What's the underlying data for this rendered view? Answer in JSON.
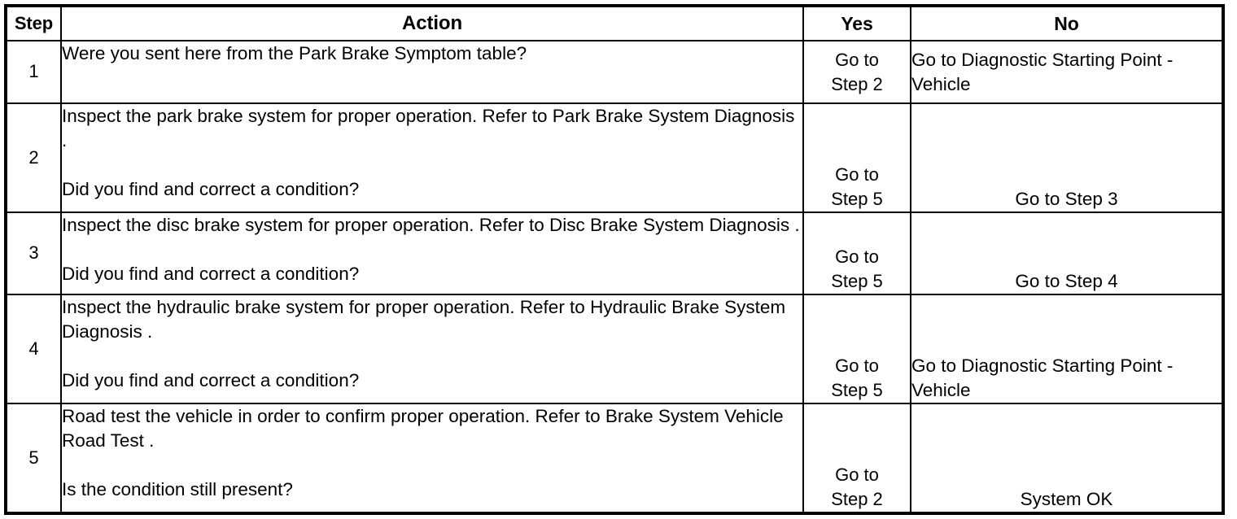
{
  "table": {
    "columns": [
      {
        "key": "step",
        "label": "Step"
      },
      {
        "key": "action",
        "label": "Action"
      },
      {
        "key": "yes",
        "label": "Yes"
      },
      {
        "key": "no",
        "label": "No"
      }
    ],
    "rows": [
      {
        "step": "1",
        "action_lead": "Were you sent here from the Park Brake Symptom table?",
        "action_question": "",
        "yes_line1": "Go to",
        "yes_line2": "Step 2",
        "no_line1": "Go to Diagnostic Starting Point -",
        "no_line2": "Vehicle"
      },
      {
        "step": "2",
        "action_lead": "Inspect the park brake system for proper operation. Refer to Park Brake System Diagnosis .",
        "action_question": "Did you find and correct a condition?",
        "yes_line1": "Go to",
        "yes_line2": "Step 5",
        "no_line1": "Go to Step 3",
        "no_line2": ""
      },
      {
        "step": "3",
        "action_lead": "Inspect the disc brake system for proper operation. Refer to Disc Brake System Diagnosis .",
        "action_question": "Did you find and correct a condition?",
        "yes_line1": "Go to",
        "yes_line2": "Step 5",
        "no_line1": "Go to Step 4",
        "no_line2": ""
      },
      {
        "step": "4",
        "action_lead": "Inspect the hydraulic brake system for proper operation. Refer to Hydraulic Brake System Diagnosis .",
        "action_question": "Did you find and correct a condition?",
        "yes_line1": "Go to",
        "yes_line2": "Step 5",
        "no_line1": "Go to Diagnostic Starting Point -",
        "no_line2": "Vehicle"
      },
      {
        "step": "5",
        "action_lead": "Road test the vehicle in order to confirm proper operation. Refer to Brake System Vehicle Road Test .",
        "action_question": "Is the condition still present?",
        "yes_line1": "Go to",
        "yes_line2": "Step 2",
        "no_line1": "System OK",
        "no_line2": ""
      }
    ]
  }
}
